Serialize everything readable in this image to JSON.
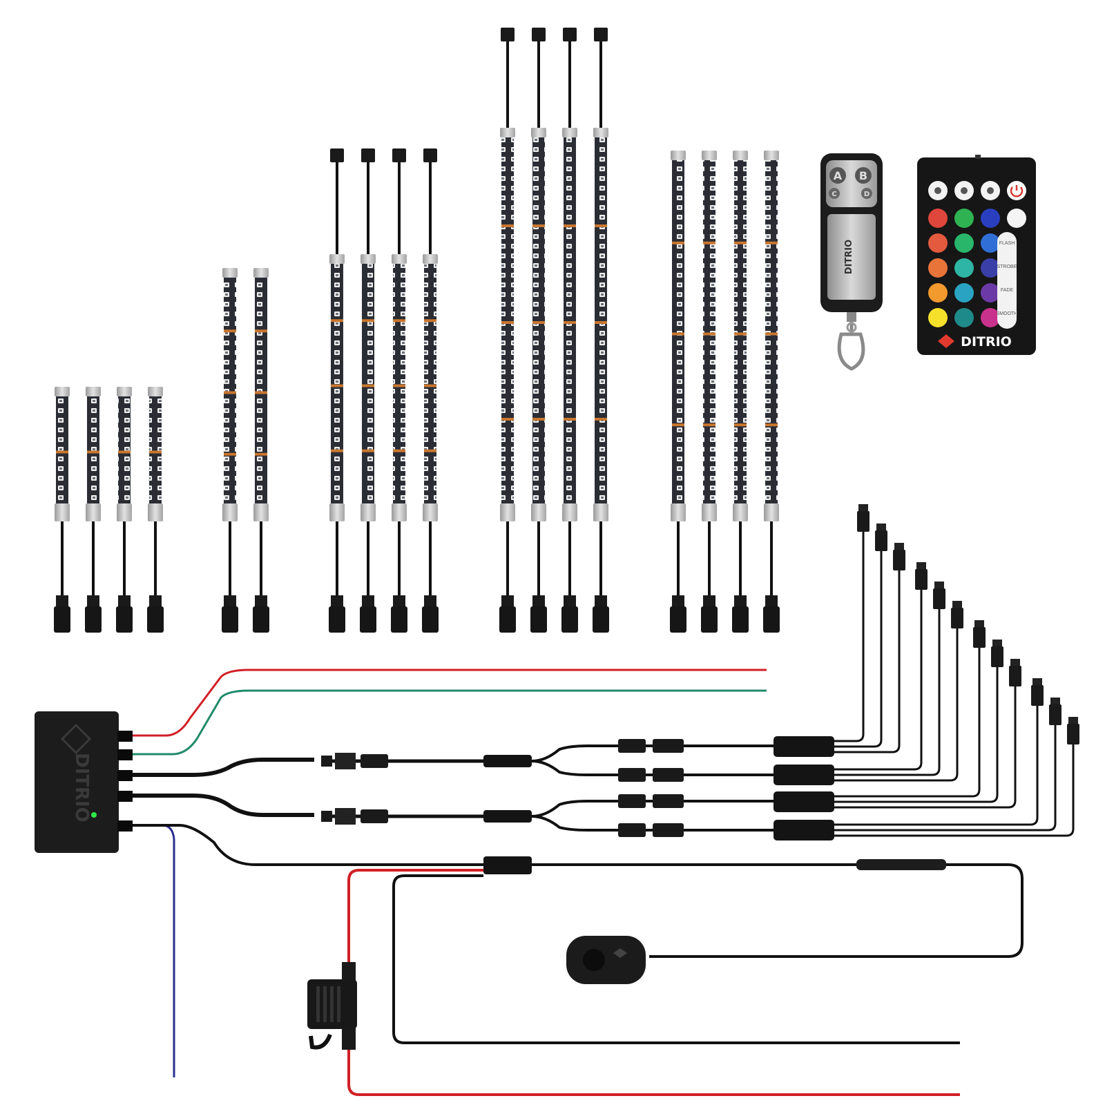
{
  "product": {
    "brand_on_control_box": "DITRIO",
    "brand_on_key_fob": "DITRIO",
    "brand_on_remote": "DITRIO"
  },
  "key_fob": {
    "buttons": [
      "A",
      "B",
      "C",
      "D"
    ]
  },
  "remote": {
    "top_icons": [
      "brightness-icon",
      "speed-icon",
      "settings-icon",
      "power-icon"
    ],
    "mode_labels": [
      "FLASH",
      "STROBE",
      "FADE",
      "SMOOTH"
    ],
    "color_rows": [
      [
        "#e0463c",
        "#2fb352",
        "#2a3fc0",
        "#f4f4f4"
      ],
      [
        "#e45a3f",
        "#29b66a",
        "#2f6fd6",
        "mode"
      ],
      [
        "#e9743a",
        "#2fb5a5",
        "#3a3fa8",
        "mode"
      ],
      [
        "#f29a2e",
        "#2aa3c2",
        "#6c3aa6",
        "mode"
      ],
      [
        "#f5e12a",
        "#1f8a8a",
        "#c9328c",
        "mode"
      ]
    ],
    "power_color": "#d63b32"
  },
  "colors": {
    "wire_red": "#d11f26",
    "wire_green": "#1f8a6a",
    "wire_blue": "#2a2f8f",
    "wire_black": "#111111",
    "led_indicator": "#2ee84a",
    "strip_body": "#2b2d35",
    "strip_cap": "#c9c9c9"
  },
  "strip_groups": [
    {
      "count": 4,
      "size": "short"
    },
    {
      "count": 2,
      "size": "medium"
    },
    {
      "count": 4,
      "size": "long-with-leads"
    },
    {
      "count": 4,
      "size": "extra-long-with-leads"
    },
    {
      "count": 4,
      "size": "long"
    }
  ]
}
